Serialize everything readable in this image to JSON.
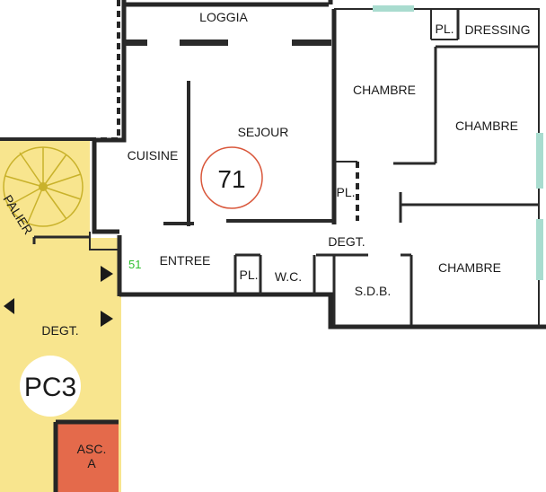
{
  "plan": {
    "apartment_number": "71",
    "common_area_code": "PC3",
    "lot_marker": "51",
    "rooms": {
      "loggia": "LOGGIA",
      "sejour": "SEJOUR",
      "cuisine": "CUISINE",
      "entree": "ENTREE",
      "placard_entree": "PL.",
      "wc": "W.C.",
      "degagement": "DEGT.",
      "placard_degagement": "PL.",
      "sdb": "S.D.B.",
      "chambre_1": "CHAMBRE",
      "chambre_2": "CHAMBRE",
      "chambre_3": "CHAMBRE",
      "placard_chambre": "PL.",
      "dressing": "DRESSING",
      "palier": "PALIER",
      "degt_common": "DEGT.",
      "ascenseur_line1": "ASC.",
      "ascenseur_line2": "A"
    },
    "colors": {
      "common_area": "#f8e58e",
      "elevator": "#e46a4b",
      "apartment_circle": "#d9573b",
      "window": "#a9dccf",
      "lot_marker": "#2fbf2f"
    }
  }
}
